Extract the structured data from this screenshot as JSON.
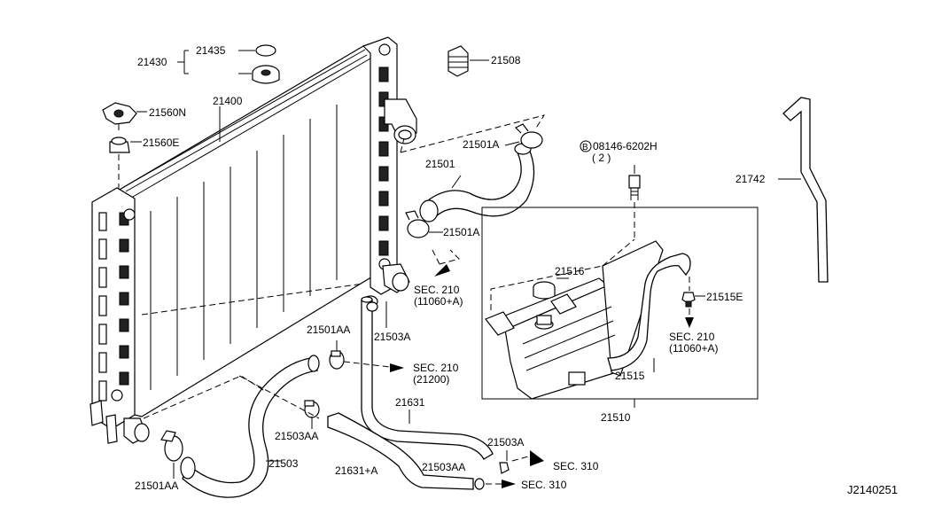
{
  "labels": {
    "p21435": "21435",
    "p21430": "21430",
    "p21508": "21508",
    "p21560N": "21560N",
    "p21400": "21400",
    "p21560E": "21560E",
    "p21501A_top": "21501A",
    "p21501": "21501",
    "p21501A_mid": "21501A",
    "bolt_ref": "08146-6202H",
    "bolt_qty": "( 2 )",
    "bolt_circle": "B",
    "p21742": "21742",
    "p21516": "21516",
    "p21515E": "21515E",
    "sec210_a": "SEC. 210",
    "sec210_a_sub": "(11060+A)",
    "sec210_b": "SEC. 210",
    "sec210_b_sub": "(11060+A)",
    "p21501AA_top": "21501AA",
    "p21503A_mid": "21503A",
    "sec210_c": "SEC. 210",
    "sec210_c_sub": "(21200)",
    "p21515": "21515",
    "p21631": "21631",
    "p21510": "21510",
    "p21503AA_mid": "21503AA",
    "p21503A_low": "21503A",
    "p21503": "21503",
    "p21631A": "21631+A",
    "p21503AA_low": "21503AA",
    "sec310_a": "SEC. 310",
    "sec310_b": "SEC. 310",
    "p21501AA_low": "21501AA",
    "diagram_id": "J2140251"
  }
}
